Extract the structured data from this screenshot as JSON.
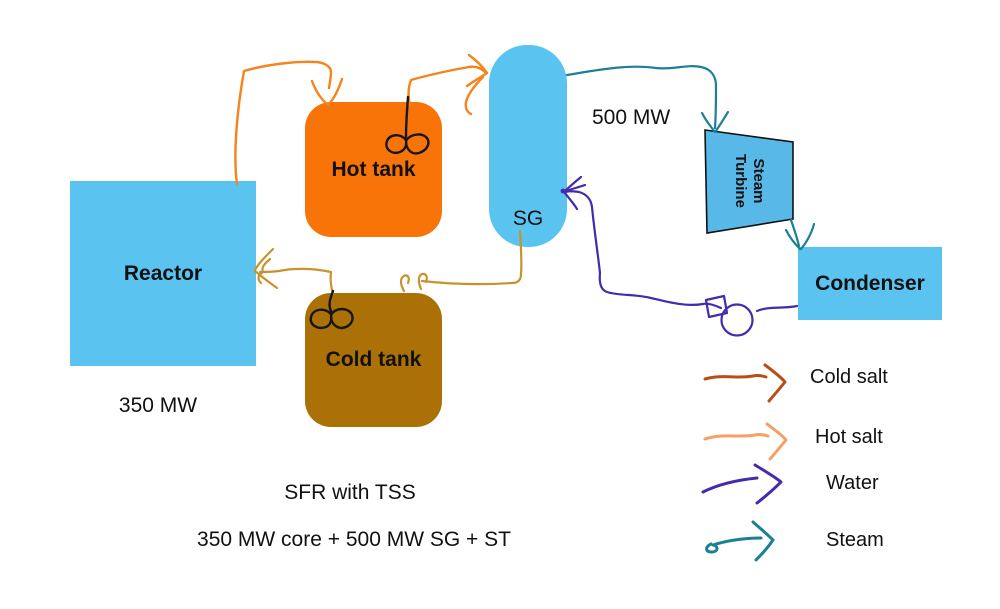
{
  "colors": {
    "box_blue": "#5BC3F0",
    "turbine_blue": "#58B9E8",
    "tank_orange": "#F97408",
    "tank_brown": "#AB7006",
    "hot_salt_line": "#F5841C",
    "cold_salt_line": "#C8932F",
    "cold_salt_legend": "#B94D15",
    "hot_salt_legend": "#F5A066",
    "water": "#452AAC",
    "steam": "#1B8095",
    "ink": "#161616"
  },
  "nodes": {
    "reactor": {
      "label": "Reactor"
    },
    "hot_tank": {
      "label": "Hot tank"
    },
    "cold_tank": {
      "label": "Cold tank"
    },
    "sg": {
      "label": "SG"
    },
    "steam_turbine": {
      "line1": "Steam",
      "line2": "Turbine"
    },
    "condenser": {
      "label": "Condenser"
    }
  },
  "annotations": {
    "reactor_power": "350 MW",
    "sg_power": "500 MW",
    "caption_line1": "SFR with TSS",
    "caption_line2": "350 MW core + 500 MW SG + ST"
  },
  "legend": {
    "items": [
      {
        "label": "Cold salt"
      },
      {
        "label": "Hot salt"
      },
      {
        "label": "Water"
      },
      {
        "label": "Steam"
      }
    ]
  }
}
